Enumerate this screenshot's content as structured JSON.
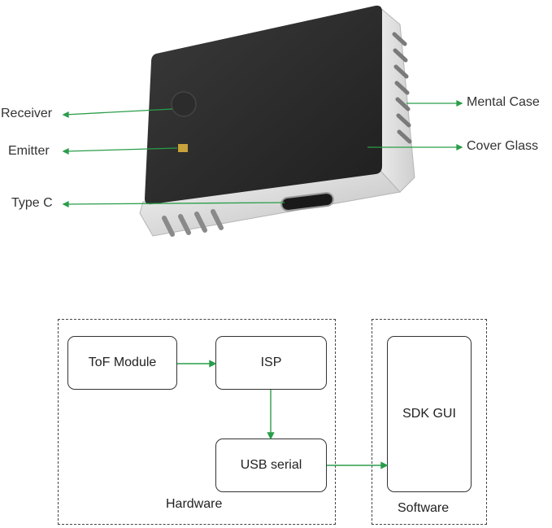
{
  "product_labels": {
    "receiver": "Receiver",
    "emitter": "Emitter",
    "type_c": "Type C",
    "metal_case": "Mental Case",
    "cover_glass": "Cover Glass"
  },
  "diagram": {
    "tof_module": "ToF Module",
    "isp": "ISP",
    "usb_serial": "USB serial",
    "sdk_gui": "SDK GUI",
    "hardware": "Hardware",
    "software": "Software"
  },
  "colors": {
    "arrow": "#2a9d4a",
    "device_glass": "#2b2b2b",
    "device_case": "#d6d6d6"
  }
}
